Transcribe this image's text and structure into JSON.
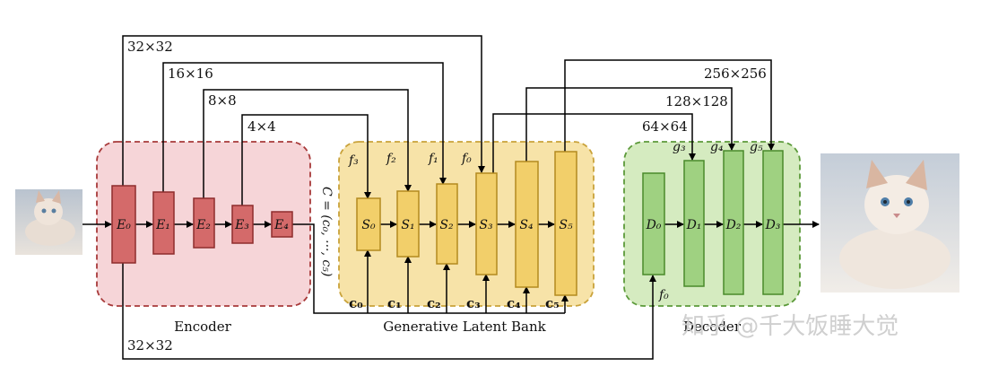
{
  "regions": {
    "encoder": "Encoder",
    "bank": "Generative Latent Bank",
    "decoder": "Decoder"
  },
  "encoder_blocks": [
    "E₀",
    "E₁",
    "E₂",
    "E₃",
    "E₄"
  ],
  "bank_blocks": [
    "S₀",
    "S₁",
    "S₂",
    "S₃",
    "S₄",
    "S₅"
  ],
  "decoder_blocks": [
    "D₀",
    "D₁",
    "D₂",
    "D₃"
  ],
  "skip_labels": {
    "s32": "32×32",
    "s16": "16×16",
    "s8": "8×8",
    "s4": "4×4",
    "s32_bottom": "32×32"
  },
  "decoder_skip_labels": {
    "d256": "256×256",
    "d128": "128×128",
    "d64": "64×64"
  },
  "f_labels": [
    "f₃",
    "f₂",
    "f₁",
    "f₀"
  ],
  "f_bottom": "f₀",
  "g_labels": [
    "g₃",
    "g₄",
    "g₅"
  ],
  "c_labels": [
    "c₀",
    "c₁",
    "c₂",
    "c₃",
    "c₄",
    "c₅"
  ],
  "latent_code": "C = (c₀, ···, c₅)",
  "watermark": "知乎 @千大饭睡大觉",
  "colors": {
    "encoder_bg": "#f6d5d8",
    "encoder_border": "#a83a3a",
    "encoder_block": "#d46a6a",
    "bank_bg": "#f7e3a8",
    "bank_border": "#c9a23a",
    "bank_block": "#f2cf6a",
    "decoder_bg": "#d5ebc0",
    "decoder_border": "#5c9a3a",
    "decoder_block": "#9fd181"
  }
}
